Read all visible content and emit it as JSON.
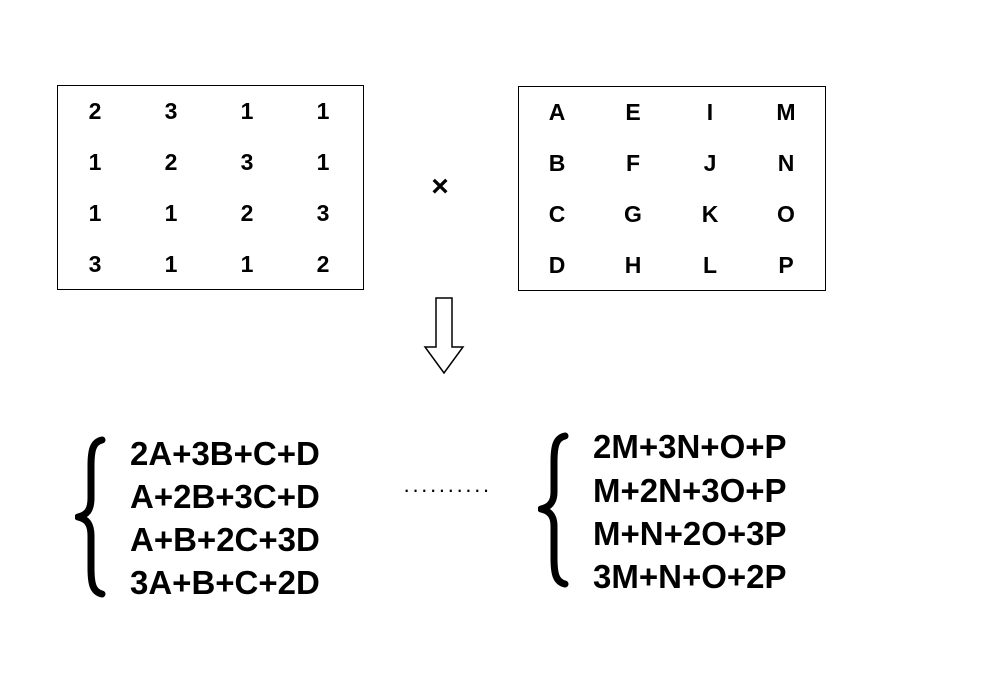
{
  "matrix_left": {
    "rows": [
      [
        "2",
        "3",
        "1",
        "1"
      ],
      [
        "1",
        "2",
        "3",
        "1"
      ],
      [
        "1",
        "1",
        "2",
        "3"
      ],
      [
        "3",
        "1",
        "1",
        "2"
      ]
    ]
  },
  "operator": "×",
  "matrix_right": {
    "rows": [
      [
        "A",
        "E",
        "I",
        "M"
      ],
      [
        "B",
        "F",
        "J",
        "N"
      ],
      [
        "C",
        "G",
        "K",
        "O"
      ],
      [
        "D",
        "H",
        "L",
        "P"
      ]
    ]
  },
  "result_first_column": [
    "2A+3B+C+D",
    "A+2B+3C+D",
    "A+B+2C+3D",
    "3A+B+C+2D"
  ],
  "ellipsis": "··········",
  "result_last_column": [
    "2M+3N+O+P",
    "M+2N+3O+P",
    "M+N+2O+3P",
    "3M+N+O+2P"
  ]
}
